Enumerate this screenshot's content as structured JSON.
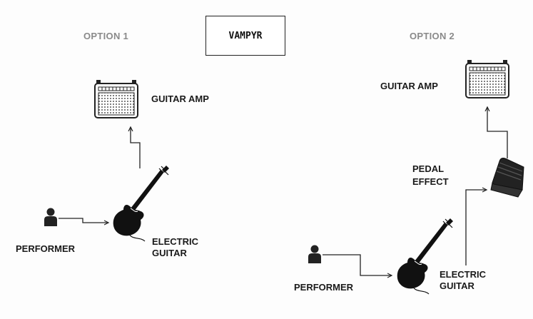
{
  "title": "VAMPYR",
  "option1": {
    "heading": "OPTION 1",
    "amp_label": "GUITAR AMP",
    "guitar_label": [
      "ELECTRIC",
      "GUITAR"
    ],
    "performer_label": "PERFORMER"
  },
  "option2": {
    "heading": "OPTION 2",
    "amp_label": "GUITAR AMP",
    "pedal_label": [
      "PEDAL",
      "EFFECT"
    ],
    "guitar_label": [
      "ELECTRIC",
      "GUITAR"
    ],
    "performer_label": "PERFORMER"
  },
  "colors": {
    "ink": "#1a1a1a",
    "heading": "#8a8a8a",
    "background": "#fdfdfd"
  }
}
